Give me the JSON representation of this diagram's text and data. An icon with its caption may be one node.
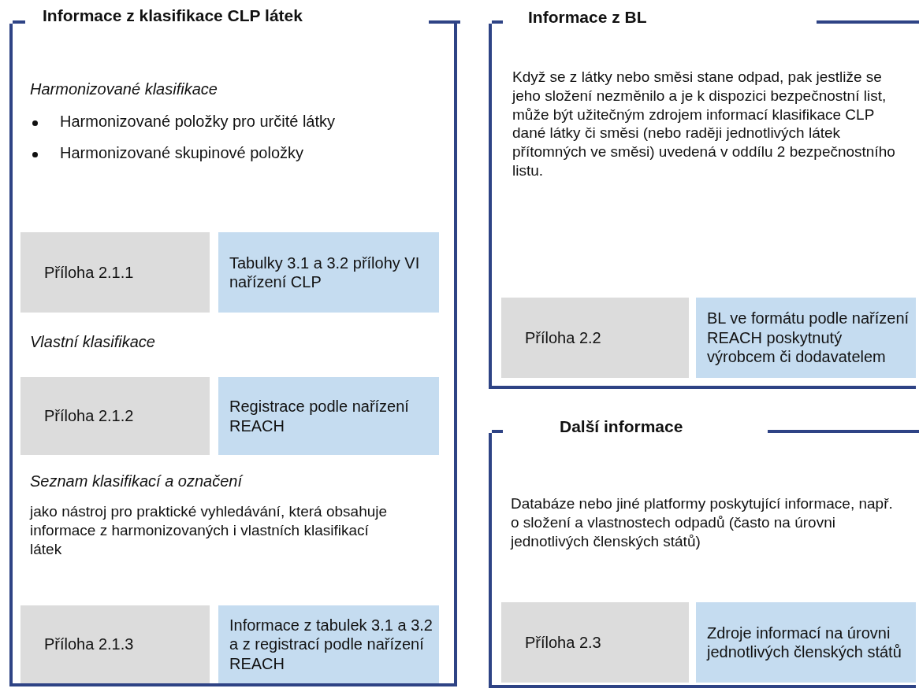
{
  "diagram": {
    "nodes": [
      {
        "text": [
          "Informace z klasifikace CLP látek",
          "Harmonizované klasifikace",
          "Harmonizované položky pro určité látky",
          "Harmonizované skupinové položky",
          "Vlastní klasifikace",
          "Seznam klasifikací a označení",
          "jako nástroj pro praktické vyhledávání, která obsahuje informace z harmonizovaných i vlastních klasifikací látek"
        ]
      },
      {
        "text": [
          "Příloha 2.1.1"
        ],
        "in": 0
      },
      {
        "text": [
          "Tabulky 3.1 a 3.2 přílohy VI nařízení CLP"
        ],
        "in": 0
      },
      {
        "text": [
          "Příloha 2.1.2"
        ],
        "in": 0
      },
      {
        "text": [
          "Registrace podle nařízení REACH"
        ],
        "in": 0
      },
      {
        "text": [
          "Příloha 2.1.3"
        ],
        "in": 0
      },
      {
        "text": [
          "Informace z tabulek 3.1 a 3.2 a z registrací podle nařízení REACH"
        ],
        "in": 0
      },
      {
        "text": [
          "Informace z BL",
          "Když se z látky nebo směsi stane odpad, pak jestliže se jeho složení nezměnilo a je k dispozici bezpečnostní list, může být užitečným zdrojem informací klasifikace CLP dané látky či směsi (nebo raději jednotlivých látek přítomných ve směsi) uvedená v oddílu 2 bezpečnostního listu."
        ]
      },
      {
        "text": [
          "Příloha 2.2"
        ],
        "in": 7
      },
      {
        "text": [
          "BL ve formátu podle nařízení REACH poskytnutý výrobcem či dodavatelem"
        ],
        "in": 7
      },
      {
        "text": [
          "Další informace",
          "Databáze nebo jiné platformy poskytující informace, např. o složení a vlastnostech odpadů (často na úrovni jednotlivých členských států)"
        ]
      },
      {
        "text": [
          "Příloha 2.3"
        ],
        "in": 10
      },
      {
        "text": [
          "Zdroje informací na úrovni jednotlivých členských států"
        ],
        "in": 10
      }
    ]
  }
}
